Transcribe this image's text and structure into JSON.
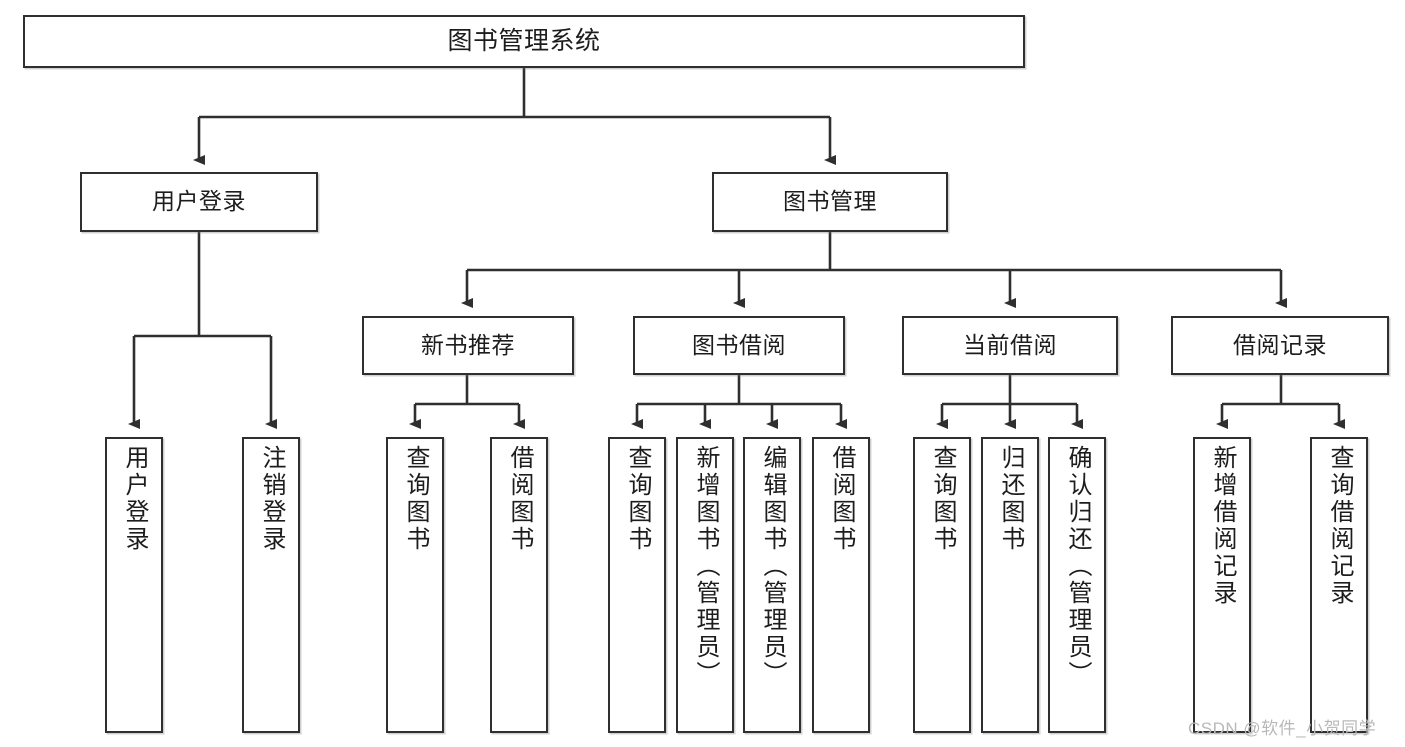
{
  "diagram": {
    "type": "tree-hierarchy",
    "title": "图书管理系统",
    "style": {
      "box_fill": "#ffffff",
      "box_stroke": "#2f2f2f",
      "edge_color": "#2f2f2f",
      "text_color": "#1d1d1d",
      "background": "#ffffff"
    },
    "watermark": "CSDN @软件_小贺同学",
    "levels": {
      "root": {
        "label": "图书管理系统"
      },
      "level2": [
        {
          "label": "用户登录"
        },
        {
          "label": "图书管理"
        }
      ],
      "level3": [
        {
          "label": "新书推荐"
        },
        {
          "label": "图书借阅"
        },
        {
          "label": "当前借阅"
        },
        {
          "label": "借阅记录"
        }
      ],
      "leaves": {
        "user_login": [
          {
            "label": "用户登录"
          },
          {
            "label": "注销登录"
          }
        ],
        "new_book_recommend": [
          {
            "label": "查询图书"
          },
          {
            "label": "借阅图书"
          }
        ],
        "book_borrow": [
          {
            "label": "查询图书"
          },
          {
            "label": "新增图书（管理员）"
          },
          {
            "label": "编辑图书（管理员）"
          },
          {
            "label": "借阅图书"
          }
        ],
        "current_borrow": [
          {
            "label": "查询图书"
          },
          {
            "label": "归还图书"
          },
          {
            "label": "确认归还（管理员）"
          }
        ],
        "borrow_records": [
          {
            "label": "新增借阅记录"
          },
          {
            "label": "查询借阅记录"
          }
        ]
      }
    }
  }
}
